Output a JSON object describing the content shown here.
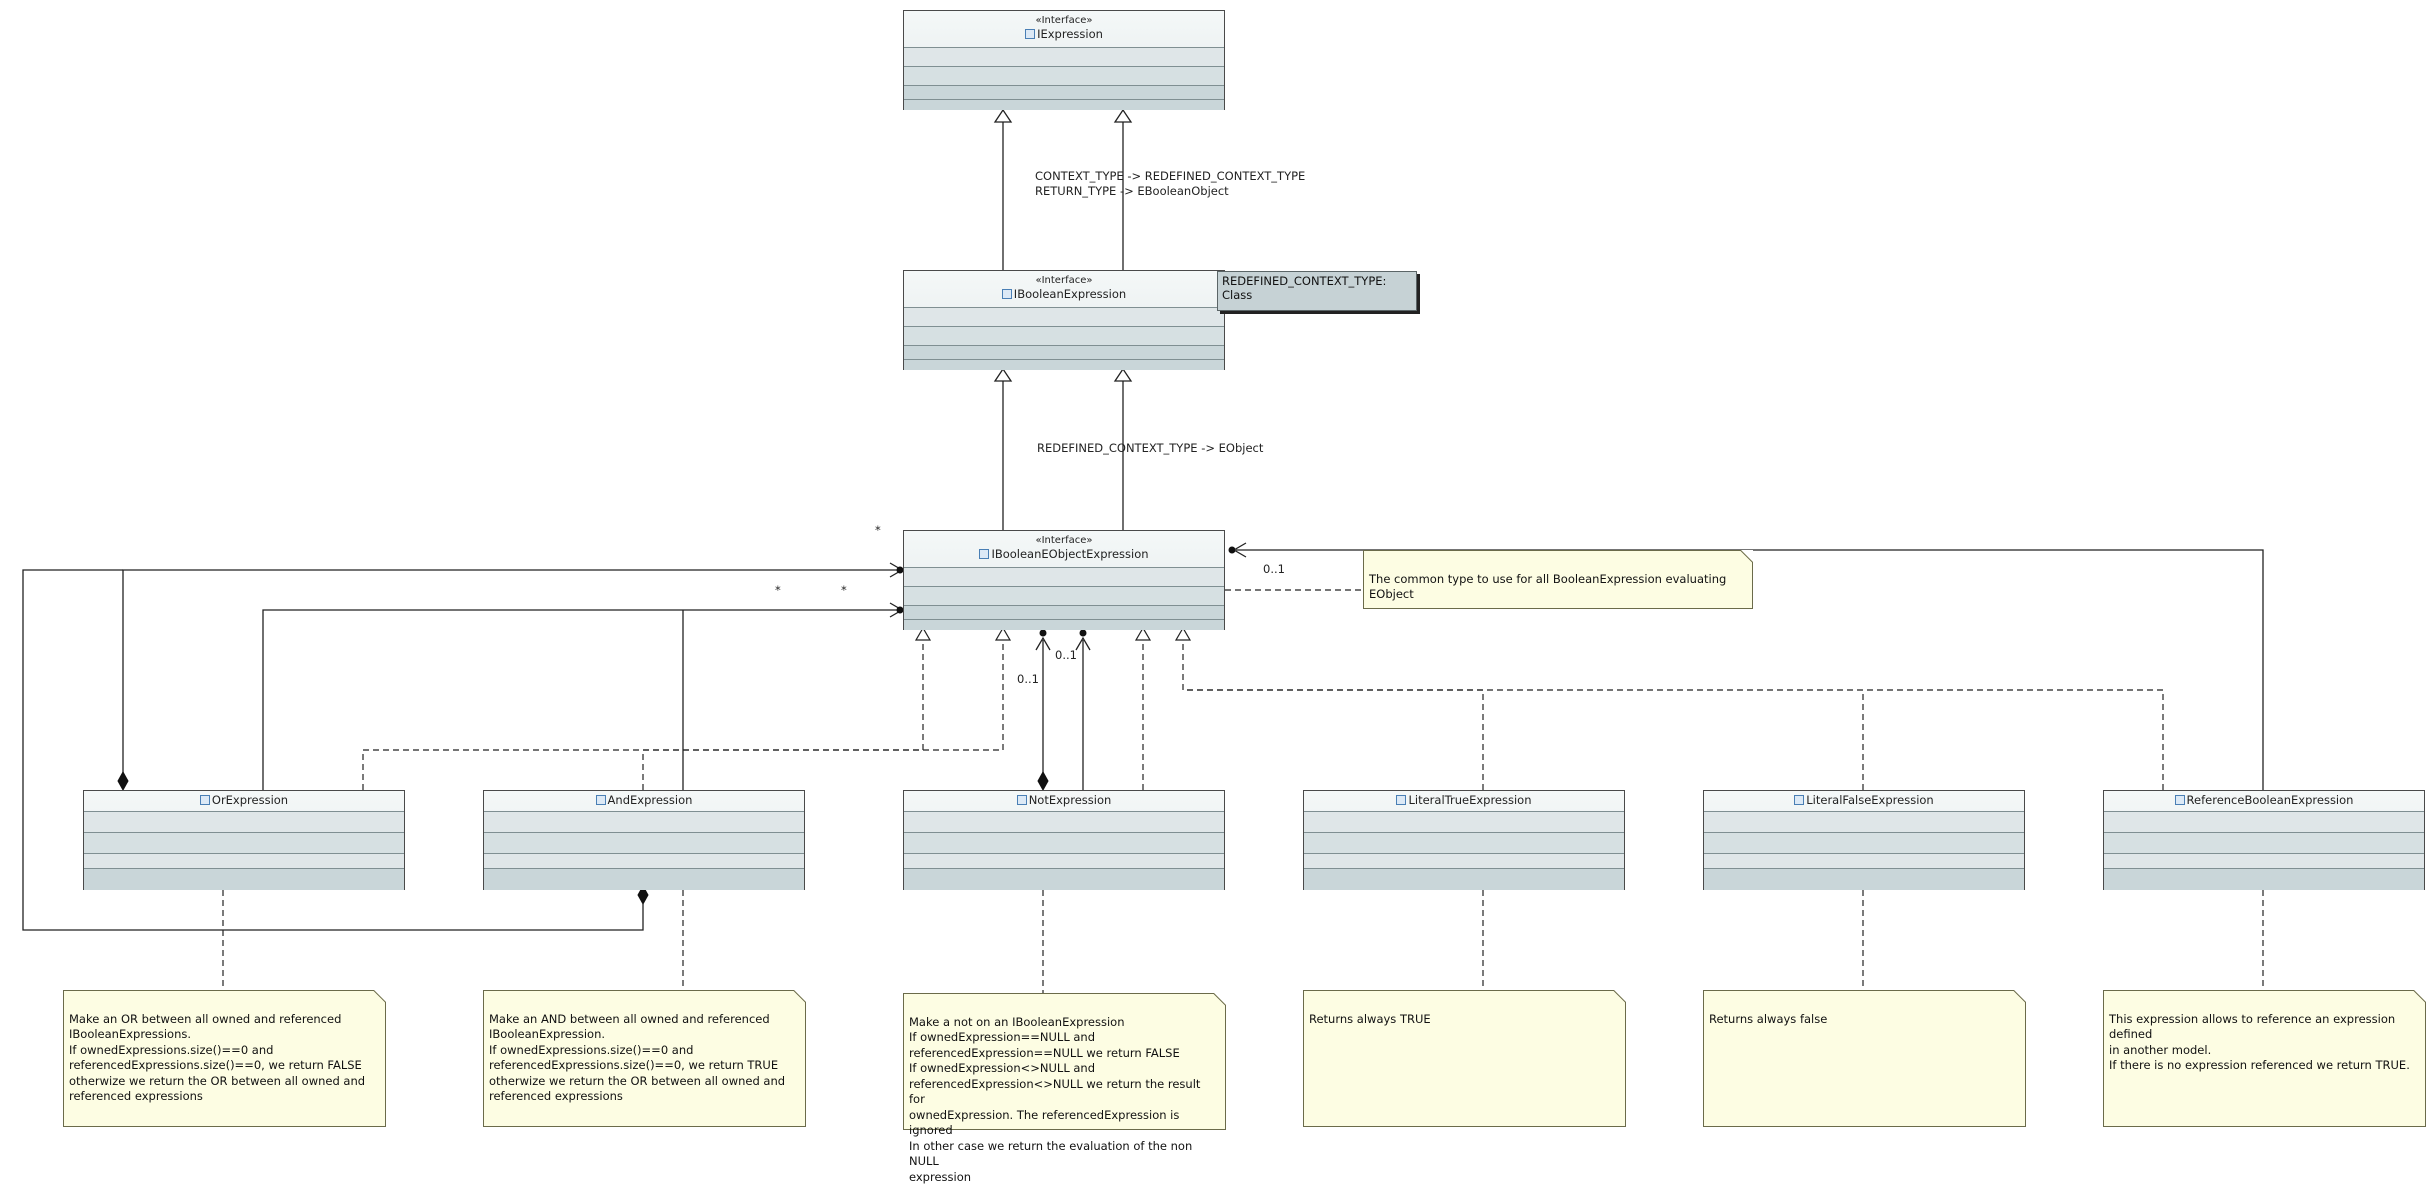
{
  "classes": {
    "iexpression": {
      "stereotype": "«Interface»",
      "name": "IExpression"
    },
    "iboolean": {
      "stereotype": "«Interface»",
      "name": "IBooleanExpression"
    },
    "ieobject": {
      "stereotype": "«Interface»",
      "name": "IBooleanEObjectExpression"
    },
    "or": {
      "name": "OrExpression"
    },
    "and": {
      "name": "AndExpression"
    },
    "not": {
      "name": "NotExpression"
    },
    "true": {
      "name": "LiteralTrueExpression"
    },
    "false": {
      "name": "LiteralFalseExpression"
    },
    "ref": {
      "name": "ReferenceBooleanExpression"
    }
  },
  "labels": {
    "binding1_line1": "CONTEXT_TYPE -> REDEFINED_CONTEXT_TYPE",
    "binding1_line2": "RETURN_TYPE -> EBooleanObject",
    "binding2": "REDEFINED_CONTEXT_TYPE -> EObject",
    "constraint": "REDEFINED_CONTEXT_TYPE: Class",
    "mult_a": "0..1",
    "mult_b": "0..1",
    "mult_c": "0..1",
    "star_a": "*",
    "star_b": "*",
    "star_c": "*"
  },
  "notes": {
    "common": "The common type to use for all BooleanExpression evaluating EObject",
    "or": "Make an OR between all owned and referenced\nIBooleanExpressions.\nIf ownedExpressions.size()==0 and\nreferencedExpressions.size()==0, we return FALSE\notherwize we return the OR between all owned and\nreferenced expressions",
    "and": "Make an AND between all owned and referenced\nIBooleanExpression.\nIf ownedExpressions.size()==0 and\nreferencedExpressions.size()==0, we return TRUE\notherwize we return the OR between all owned and\nreferenced expressions",
    "not": "Make a not on an IBooleanExpression\nIf ownedExpression==NULL and\nreferencedExpression==NULL we return FALSE\nIf ownedExpression<>NULL and\nreferencedExpression<>NULL we return the result for\nownedExpression. The referencedExpression is ignored\nIn other case we return the evaluation of the non NULL\nexpression",
    "true": "Returns always TRUE",
    "false": "Returns always false",
    "ref": "This expression allows to reference an expression defined\nin another model.\nIf there is no expression referenced we return TRUE."
  }
}
